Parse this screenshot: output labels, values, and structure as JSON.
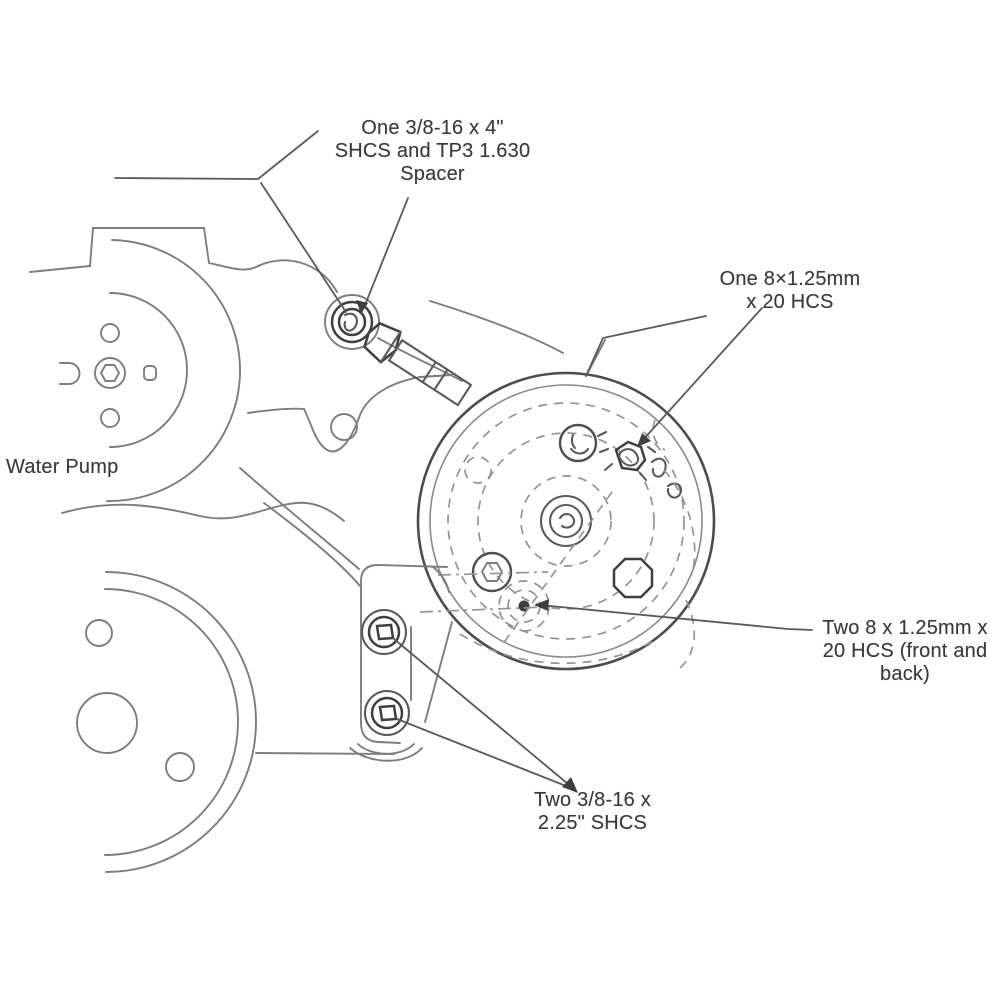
{
  "labels": {
    "spacer_callout": "One 3/8-16 x 4\"\nSHCS and TP3 1.630\nSpacer",
    "hcs_one_callout": "One 8×1.25mm\nx 20 HCS",
    "water_pump": "Water Pump",
    "hcs_two_callout": "Two 8 x 1.25mm x\n20 HCS (front and\nback)",
    "shcs_two_callout": "Two 3/8-16 x\n2.25\" SHCS"
  },
  "colors": {
    "background": "#ffffff",
    "line": "#7d7d7d",
    "dark_line": "#3f3f3f",
    "mid_line": "#5a5a5a",
    "faint_line": "#949494",
    "text": "#3a3a3a"
  }
}
